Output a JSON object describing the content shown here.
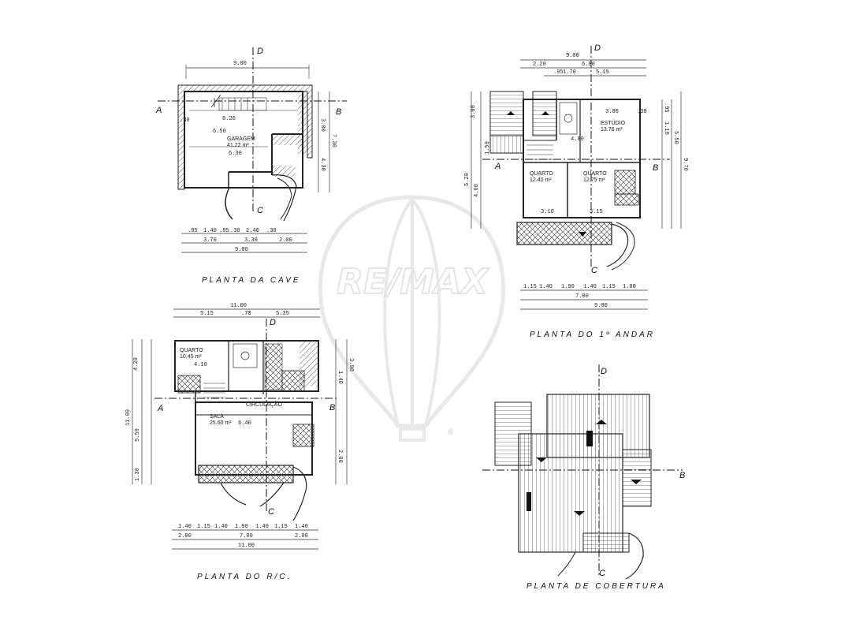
{
  "watermark": {
    "brand": "RE/MAX",
    "registered": "®"
  },
  "plans": {
    "cave": {
      "title": "PLANTA  DA  CAVE",
      "room_name": "GARAGEM",
      "room_area": "41.22 m²",
      "dims": {
        "top_total": "9.00",
        "inner_w1": "8.20",
        "inner_h": "6.50",
        "inner_w2": "6.30",
        "right_h1": "3.00",
        "right_h2": "7.30",
        "right_h3": "4.30",
        "left_small": ".30",
        "bottom_a": ".85",
        "bottom_b": "1.40",
        "bottom_c": ".85",
        "bottom_d": ".30",
        "bottom_e": "2.40",
        "bottom_f": ".30",
        "bottom_g": "3.70",
        "bottom_h": "3.30",
        "bottom_i": "2.00",
        "bottom_total": "9.00"
      },
      "marks": {
        "a": "A",
        "b": "B",
        "c": "C",
        "d": "D"
      }
    },
    "first_floor": {
      "title": "PLANTA  DO  1º  ANDAR",
      "rooms": [
        {
          "name": "ESTÚDIO",
          "area": "13.76 m²"
        },
        {
          "name": "QUARTO",
          "area": "12.40 m²"
        },
        {
          "name": "QUARTO",
          "area": "12.75 m²"
        }
      ],
      "dims": {
        "top_total": "9.00",
        "top_a": "2.20",
        "top_b": "6.80",
        "top_c": ".95",
        "top_d": "1.70",
        "top_e": "5.15",
        "inner_a": "3.80",
        "inner_b": ".30",
        "left_a": "3.00",
        "left_b": "5.20",
        "left_c": "4.60",
        "left_d": "1.50",
        "right_a": ".95",
        "right_b": "1.10",
        "right_c": "5.50",
        "right_d": "9.70",
        "mid_a": "4.80",
        "bottom_a": "3.10",
        "bottom_b": "3.15",
        "bot_a": "1.15",
        "bot_b": "1.40",
        "bot_c": "1.90",
        "bot_d": "1.40",
        "bot_e": "1.15",
        "bot_f": "1.00",
        "bot_g": "7.00",
        "bot_total": "9.00"
      },
      "marks": {
        "a": "A",
        "b": "B",
        "c": "C",
        "d": "D"
      }
    },
    "ground": {
      "title": "PLANTA  DO  R/C.",
      "rooms": [
        {
          "name": "QUARTO",
          "area": "10.45 m²"
        },
        {
          "name": "SALA",
          "area": "25.60 m²"
        },
        {
          "name": "CIRCULAÇÃO",
          "area": ""
        }
      ],
      "dims": {
        "top_total": "11.00",
        "top_a": "5.15",
        "top_b": ".70",
        "top_c": "5.35",
        "inner_a": "4.10",
        "inner_b": "6.40",
        "left_a": "4.20",
        "left_b": "11.00",
        "left_c": "5.50",
        "left_d": "1.30",
        "right_a": "3.90",
        "right_b": "1.40",
        "right_c": "2.00",
        "bot_a": "1.40",
        "bot_b": "1.15",
        "bot_c": "1.40",
        "bot_d": "1.90",
        "bot_e": "1.40",
        "bot_f": "1.15",
        "bot_g": "1.40",
        "bot_h": "2.00",
        "bot_i": "7.00",
        "bot_j": "2.00",
        "bot_total": "11.00"
      },
      "marks": {
        "a": "A",
        "b": "B",
        "c": "C",
        "d": "D"
      }
    },
    "roof": {
      "title": "PLANTA  DE  COBERTURA",
      "marks": {
        "b": "B",
        "c": "C",
        "d": "D"
      }
    }
  }
}
